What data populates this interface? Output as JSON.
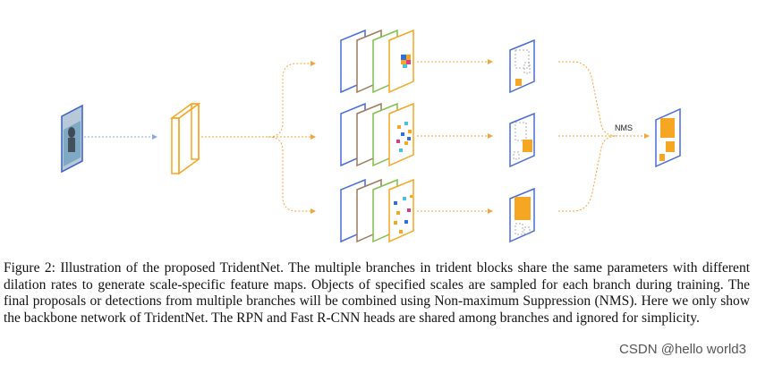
{
  "figure": {
    "nms_label": "NMS",
    "colors": {
      "blue": "#4a6bd8",
      "brown": "#9c7a5b",
      "green": "#7fc04a",
      "orange": "#f5a623",
      "arrow": "#f2a53a",
      "input_arrow": "#8aa8e0"
    }
  },
  "caption": {
    "text": "Figure 2: Illustration of the proposed TridentNet. The multiple branches in trident blocks share the same parameters with different dilation rates to generate scale-specific feature maps. Objects of specified scales are sampled for each branch during training. The final proposals or detections from multiple branches will be combined using Non-maximum Suppression (NMS). Here we only show the backbone network of TridentNet. The RPN and Fast R-CNN heads are shared among branches and ignored for simplicity."
  },
  "watermark": {
    "text": "CSDN @hello world3"
  }
}
